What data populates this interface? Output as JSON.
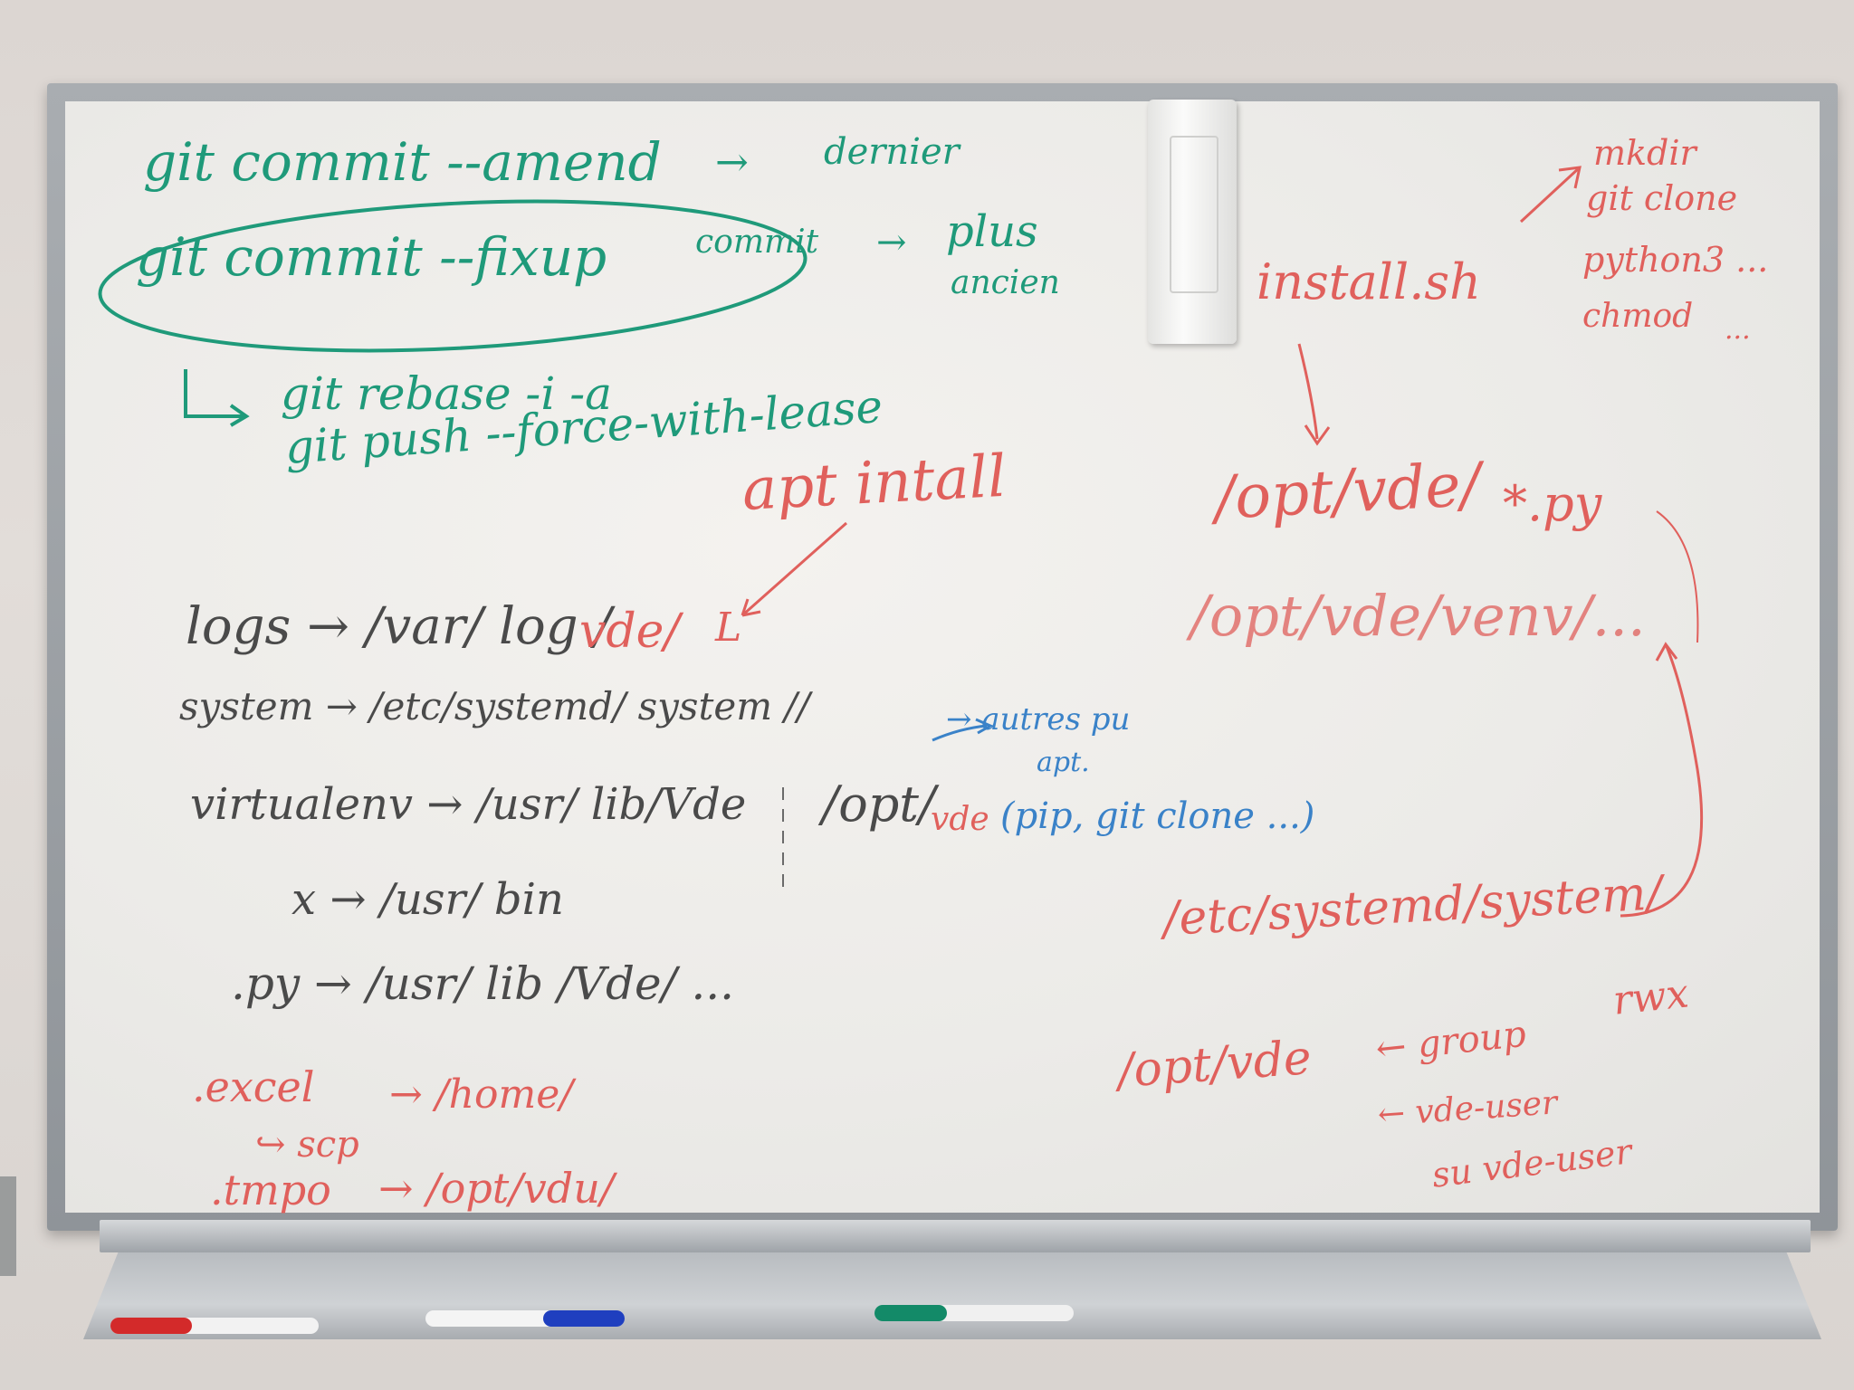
{
  "whiteboard": {
    "green_notes": {
      "amend": "git commit --amend",
      "amend_arrow_text": "dernier",
      "fixup": "git commit --fixup",
      "fixup_arrow_text": "commit",
      "plus": "plus",
      "ancien": "ancien",
      "rebase": "git rebase -i -a",
      "push": "git push --force-with-lease"
    },
    "red_notes": {
      "apt_install": "apt intall",
      "install_sh": "install.sh",
      "mkdir": "mkdir",
      "git_clone": "git clone",
      "python3": "python3 ...",
      "chmod": "chmod",
      "chmod_dots": "...",
      "opt_vde": "/opt/vde/",
      "star_py": "*.py",
      "opt_vde_venv": "/opt/vde/venv/...",
      "etc_systemd": "/etc/systemd/system/",
      "rwx": "rwx",
      "opt_vde_bottom": "/opt/vde",
      "group": "← group",
      "vde_user": "← vde-user",
      "su_vde_user": "su vde-user",
      "excel": ".excel",
      "home": "→ /home/",
      "scp": "↪ scp",
      "tmpo": ".tmpo",
      "opt_vdu": "→ /opt/vdu/"
    },
    "dark_notes": {
      "logs": "logs → /var/ log /",
      "logs_vde": "vde/",
      "logs_l": "L",
      "system": "system → /etc/systemd/ system //",
      "virtualenv": "virtualenv → /usr/ lib/Vde",
      "virtualenv_opt": "/opt/",
      "virtualenv_vde": "vde",
      "bin": "x → /usr/ bin",
      "py": ".py → /usr/ lib /Vde/ ..."
    },
    "blue_notes": {
      "autres": "→ autres pu",
      "apt": "apt.",
      "pip": "(pip, git clone ...)"
    }
  },
  "tray": {
    "markers": [
      "red",
      "blue",
      "green"
    ]
  },
  "colors": {
    "green_ink": "#1f9a7a",
    "red_ink": "#e0605c",
    "blue_ink": "#3a82c8",
    "dark_ink": "#4a4a4a"
  }
}
